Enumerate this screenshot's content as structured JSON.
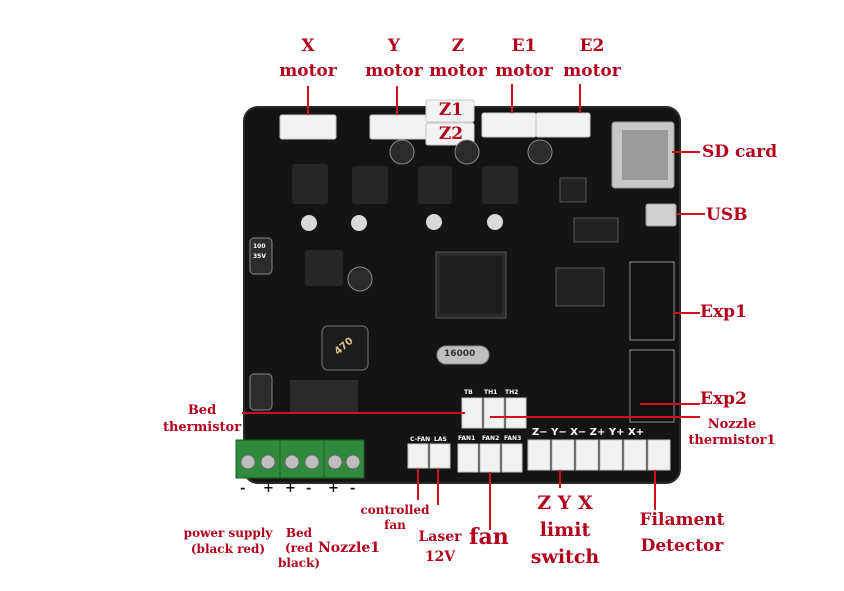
{
  "labels": {
    "x_motor": {
      "line1": "X",
      "line2": "motor"
    },
    "y_motor": {
      "line1": "Y",
      "line2": "motor"
    },
    "z_motor": {
      "line1": "Z",
      "line2": "motor"
    },
    "e1_motor": {
      "line1": "E1",
      "line2": "motor"
    },
    "e2_motor": {
      "line1": "E2",
      "line2": "motor"
    },
    "z1": "Z1",
    "z2": "Z2",
    "sd_card": "SD card",
    "usb": "USB",
    "exp1": "Exp1",
    "exp2": "Exp2",
    "nozzle_therm": {
      "line1": "Nozzle",
      "line2": "thermistor1"
    },
    "bed_therm": {
      "line1": "Bed",
      "line2": "thermistor"
    },
    "power_supply": {
      "line1": "power supply",
      "line2": "(black red)"
    },
    "bed": {
      "line1": "Bed",
      "line2": "(red",
      "line3": "black)"
    },
    "nozzle1": "Nozzle1",
    "controlled_fan": {
      "line1": "controlled",
      "line2": "fan"
    },
    "laser": {
      "line1": "Laser",
      "line2": "12V"
    },
    "fan": "fan",
    "zyx_limit": {
      "line1": "Z Y X",
      "line2": "limit",
      "line3": "switch"
    },
    "filament_detector": {
      "line1": "Filament",
      "line2": "Detector"
    }
  },
  "silkscreen": {
    "polarity": [
      "-",
      "+",
      "+",
      "-",
      "+",
      "-"
    ],
    "limit_pins": "Z−  Y−  X−  Z+  Y+  X+",
    "fan_pins": [
      "FAN1",
      "FAN2",
      "FAN3"
    ],
    "therm_pins": [
      "TB",
      "TH1",
      "TH2"
    ],
    "crystal": "16000",
    "inductor": "470",
    "cfan": "C-FAN",
    "las": "LAS",
    "cap_marks": [
      "100",
      "35V"
    ]
  },
  "colors": {
    "label": "#b3001b",
    "pcb": "#141414",
    "terminal": "#2f8a3c",
    "connector": "#f2f2f2"
  }
}
